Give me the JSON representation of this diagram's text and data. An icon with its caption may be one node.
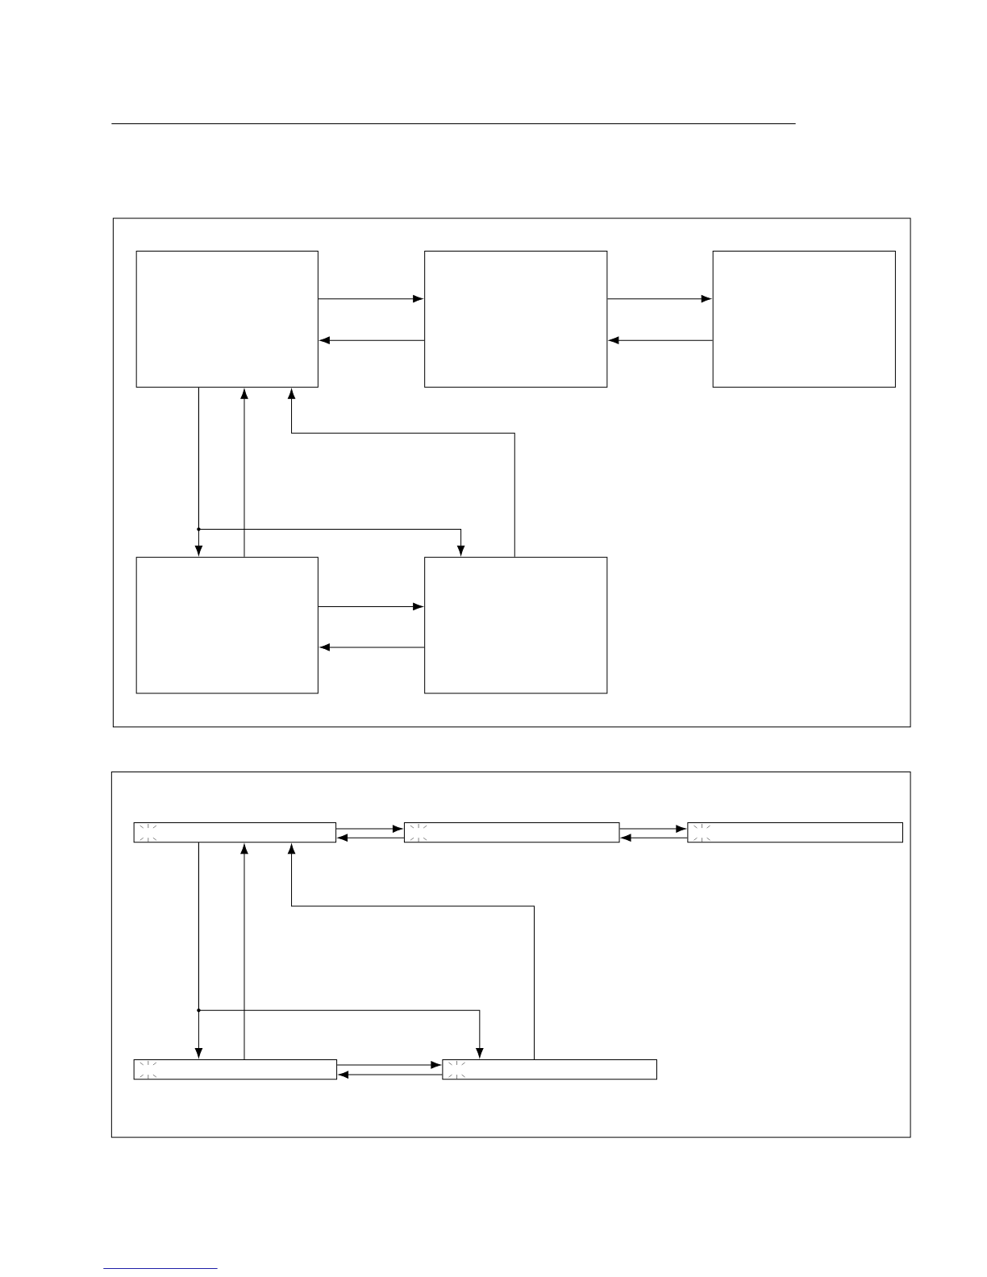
{
  "diagram": {
    "nodes": [
      {
        "text": [],
        "shape": "box"
      },
      {
        "text": [],
        "shape": "box",
        "in": 0
      },
      {
        "text": [],
        "shape": "box",
        "in": 0
      },
      {
        "text": [],
        "shape": "box",
        "in": 0
      },
      {
        "text": [],
        "shape": "box",
        "in": 0
      },
      {
        "text": [],
        "shape": "box",
        "in": 0
      },
      {
        "text": [],
        "shape": "box"
      },
      {
        "text": [],
        "shape": "bar",
        "in": 6
      },
      {
        "text": [],
        "shape": "bar",
        "in": 6
      },
      {
        "text": [],
        "shape": "bar",
        "in": 6
      },
      {
        "text": [],
        "shape": "bar",
        "in": 6
      },
      {
        "text": [],
        "shape": "bar",
        "in": 6
      }
    ],
    "edges": [
      {
        "from": 1,
        "to": 2,
        "arrow": "to"
      },
      {
        "from": 2,
        "to": 1,
        "arrow": "to"
      },
      {
        "from": 2,
        "to": 3,
        "arrow": "to"
      },
      {
        "from": 3,
        "to": 2,
        "arrow": "to"
      },
      {
        "from": 1,
        "to": 4,
        "arrow": "to"
      },
      {
        "from": 1,
        "to": 5,
        "arrow": "to"
      },
      {
        "from": 4,
        "to": 1,
        "arrow": "to"
      },
      {
        "from": 5,
        "to": 1,
        "arrow": "to"
      },
      {
        "from": 4,
        "to": 5,
        "arrow": "to"
      },
      {
        "from": 5,
        "to": 4,
        "arrow": "to"
      },
      {
        "from": 7,
        "to": 8,
        "arrow": "to"
      },
      {
        "from": 8,
        "to": 7,
        "arrow": "to"
      },
      {
        "from": 8,
        "to": 9,
        "arrow": "to"
      },
      {
        "from": 9,
        "to": 8,
        "arrow": "to"
      },
      {
        "from": 7,
        "to": 10,
        "arrow": "to"
      },
      {
        "from": 7,
        "to": 11,
        "arrow": "to"
      },
      {
        "from": 10,
        "to": 7,
        "arrow": "to"
      },
      {
        "from": 11,
        "to": 7,
        "arrow": "to"
      },
      {
        "from": 10,
        "to": 11,
        "arrow": "to"
      },
      {
        "from": 11,
        "to": 10,
        "arrow": "to"
      }
    ]
  }
}
